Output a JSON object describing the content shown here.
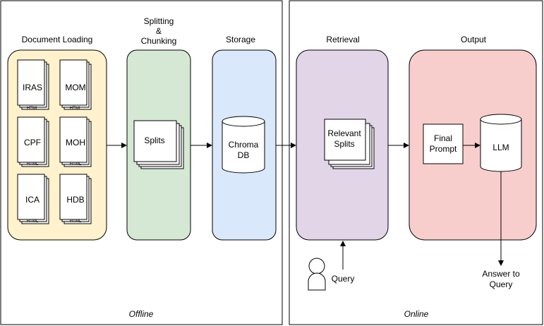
{
  "sections": {
    "offline": "Offline",
    "online": "Online"
  },
  "stages": {
    "document_loading": "Document Loading",
    "splitting_line1": "Splitting",
    "splitting_line2": "&",
    "splitting_line3": "Chunking",
    "storage": "Storage",
    "retrieval": "Retrieval",
    "output": "Output"
  },
  "documents": [
    {
      "name": "IRAS",
      "tag": "HTML"
    },
    {
      "name": "MOM",
      "tag": "HTML"
    },
    {
      "name": "CPF",
      "tag": "HTML"
    },
    {
      "name": "MOH",
      "tag": "HTML"
    },
    {
      "name": "ICA",
      "tag": "HTML"
    },
    {
      "name": "HDB",
      "tag": "HTML"
    }
  ],
  "nodes": {
    "splits": "Splits",
    "chroma_line1": "Chroma",
    "chroma_line2": "DB",
    "relevant_line1": "Relevant",
    "relevant_line2": "Splits",
    "final_line1": "Final",
    "final_line2": "Prompt",
    "llm": "LLM",
    "query": "Query",
    "answer_line1": "Answer to",
    "answer_line2": "Query"
  },
  "colors": {
    "document_loading": "#fff2cc",
    "splitting": "#d5e8d4",
    "storage": "#dae8fc",
    "retrieval": "#e1d5e7",
    "output": "#f8cecc",
    "stroke": "#000000"
  }
}
